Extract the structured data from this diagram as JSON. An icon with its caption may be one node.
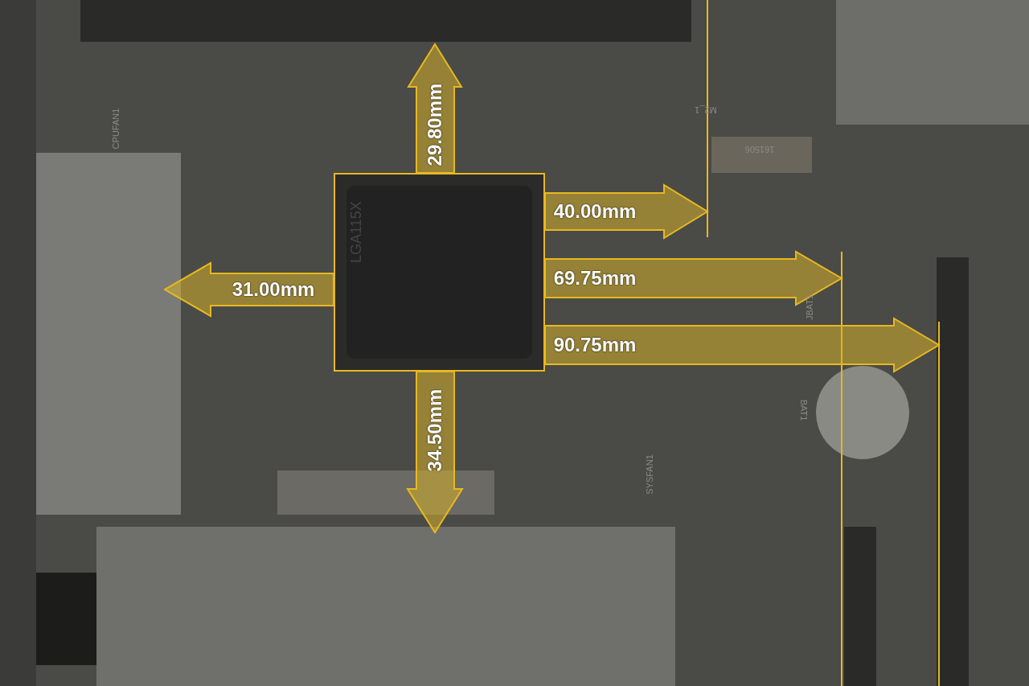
{
  "diagram": {
    "nodes": [
      {
        "text": [
          "LGA115X"
        ]
      }
    ],
    "labels": [
      "M2_1",
      "CPUFAN1",
      "161506",
      "29.80mm",
      "40.00mm",
      "31.00mm",
      "69.75mm",
      "JBAT1",
      "90.75mm",
      "34.50mm",
      "BAT1",
      "SYSFAN1"
    ]
  }
}
